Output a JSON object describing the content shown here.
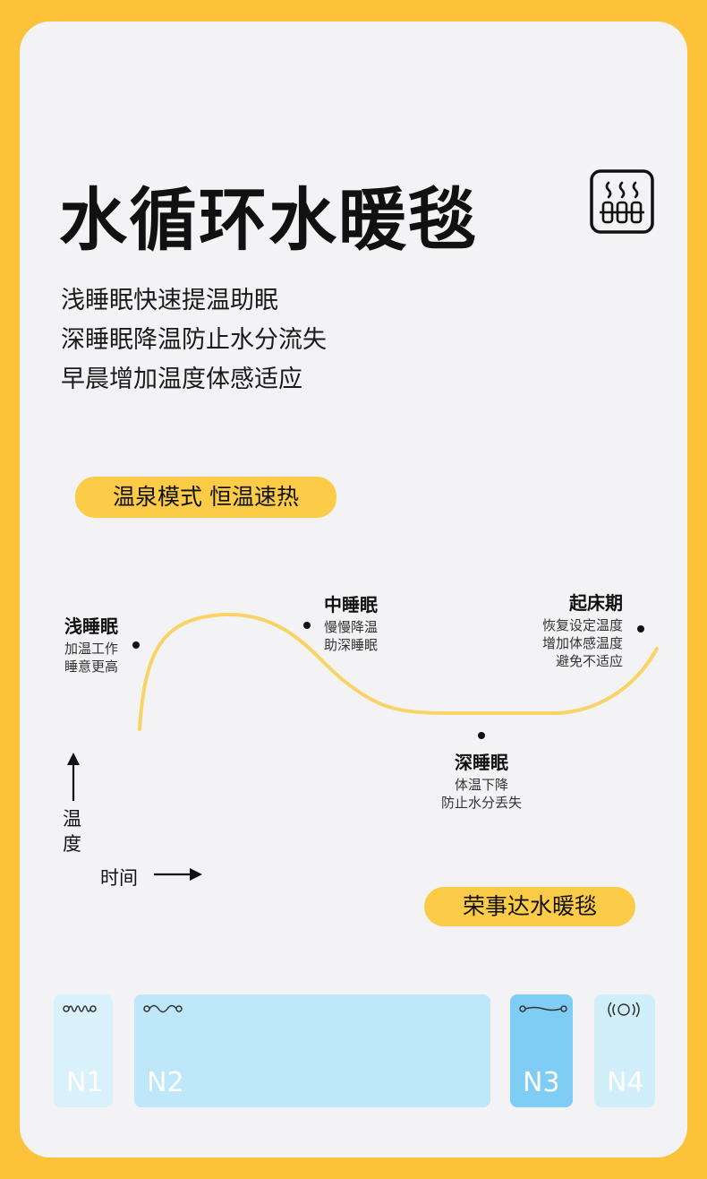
{
  "title": "水循环水暖毯",
  "heater_icon": "water-heater-icon",
  "features": [
    "浅睡眠快速提温助眠",
    "深睡眠降温防止水分流失",
    "早晨增加温度体感适应"
  ],
  "mode_pill": "温泉模式 恒温速热",
  "stages": [
    {
      "name": "浅睡眠",
      "desc": [
        "加温工作",
        "睡意更高"
      ]
    },
    {
      "name": "中睡眠",
      "desc": [
        "慢慢降温",
        "助深睡眠"
      ]
    },
    {
      "name": "深睡眠",
      "desc": [
        "体温下降",
        "防止水分丢失"
      ]
    },
    {
      "name": "起床期",
      "desc": [
        "恢复设定温度",
        "增加体感温度",
        "避免不适应"
      ]
    }
  ],
  "axis": {
    "y_label": "温度",
    "x_label": "时间"
  },
  "brand_pill": "荣事达水暖毯",
  "levels": [
    {
      "label": "N1",
      "icon": "tight-wave-icon",
      "color": "#D8F1FB"
    },
    {
      "label": "N2",
      "icon": "slow-wave-icon",
      "color": "#BEE7FA"
    },
    {
      "label": "N3",
      "icon": "flat-wave-icon",
      "color": "#7FCCF5"
    },
    {
      "label": "N4",
      "icon": "vibration-icon",
      "color": "#D0EFFB"
    }
  ],
  "colors": {
    "background": "#FCC23A",
    "card": "#F3F3F5",
    "accent": "#FCCB47",
    "curve": "#F8D466"
  }
}
